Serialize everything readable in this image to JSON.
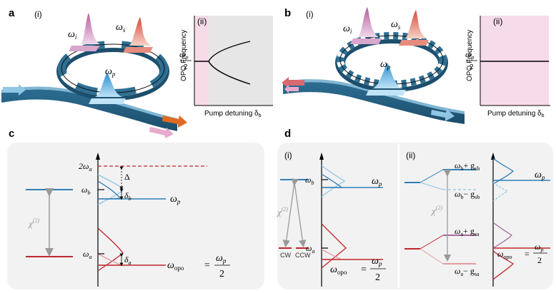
{
  "panels": {
    "a": {
      "letter": "a",
      "sub_i": "(i)",
      "sub_ii": "(ii)",
      "omega_i": "ω",
      "omega_i_sub": "i",
      "omega_s": "ω",
      "omega_s_sub": "s",
      "omega_p": "ω",
      "omega_p_sub": "p",
      "plot_ylabel": "OPO Frequency",
      "plot_xlabel": "Pump detuning δ",
      "plot_xlabel_sub": "b",
      "plot_tick_num": "ω",
      "plot_tick_num_sub": "p",
      "plot_tick_den": "2"
    },
    "b": {
      "letter": "b",
      "sub_i": "(i)",
      "sub_ii": "(ii)",
      "omega_i": "ω",
      "omega_i_sub": "i",
      "omega_s": "ω",
      "omega_s_sub": "s",
      "omega_p": "ω",
      "omega_p_sub": "p",
      "plot_ylabel": "OPO Frequency",
      "plot_xlabel": "Pump detuning δ",
      "plot_xlabel_sub": "b",
      "plot_tick_num": "ω",
      "plot_tick_num_sub": "p",
      "plot_tick_den": "2"
    },
    "c": {
      "letter": "c",
      "chi": "χ",
      "chi_sup": "(2)",
      "two_omega_a": "2ω",
      "two_omega_a_sub": "a",
      "delta": "Δ",
      "omega_b": "ω",
      "omega_b_sub": "b",
      "delta_b": "δ",
      "delta_b_sub": "b",
      "omega_p": "ω",
      "omega_p_sub": "p",
      "omega_a": "ω",
      "omega_a_sub": "a",
      "delta_a": "δ",
      "delta_a_sub": "a",
      "omega_opo": "ω",
      "omega_opo_sub": "opo",
      "eq": "=",
      "frac_num": "ω",
      "frac_num_sub": "p",
      "frac_den": "2"
    },
    "d": {
      "letter": "d",
      "sub_i": "(i)",
      "sub_ii": "(ii)",
      "chi": "χ",
      "chi_sup": "(2)",
      "cw": "CW",
      "ccw": "CCW",
      "omega_b": "ω",
      "omega_b_sub": "b",
      "omega_p": "ω",
      "omega_p_sub": "p",
      "omega_a": "ω",
      "omega_a_sub": "a",
      "omega_opo": "ω",
      "omega_opo_sub": "opo",
      "eq": "=",
      "frac_num": "ω",
      "frac_num_sub": "p",
      "frac_den": "2",
      "ii_b_plus": "ω",
      "ii_b_plus_sub": "b",
      "ii_b_plus_rest": "+ g",
      "ii_b_plus_rest_sub": "sb",
      "ii_b_minus": "ω",
      "ii_b_minus_sub": "b",
      "ii_b_minus_rest": "− g",
      "ii_b_minus_rest_sub": "sb",
      "ii_a_plus": "ω",
      "ii_a_plus_sub": "a",
      "ii_a_plus_rest": "+ g",
      "ii_a_plus_rest_sub": "sa",
      "ii_a_minus": "ω",
      "ii_a_minus_sub": "a",
      "ii_a_minus_rest": "− g",
      "ii_a_minus_rest_sub": "sa",
      "ii_omega_p": "ω",
      "ii_omega_p_sub": "p",
      "ii_omega_opo": "ω",
      "ii_omega_opo_sub": "opo",
      "ii_eq": "=",
      "ii_frac_num": "ω",
      "ii_frac_num_sub": "p",
      "ii_frac_den": "2"
    }
  },
  "colors": {
    "pump_blue": "#2f7fb8",
    "ring_blue": "#2e6f93",
    "red": "#c0262b",
    "pink_region": "#f6dbe8",
    "grey_region": "#e6e6e6",
    "card_bg": "#f2f2f2"
  }
}
